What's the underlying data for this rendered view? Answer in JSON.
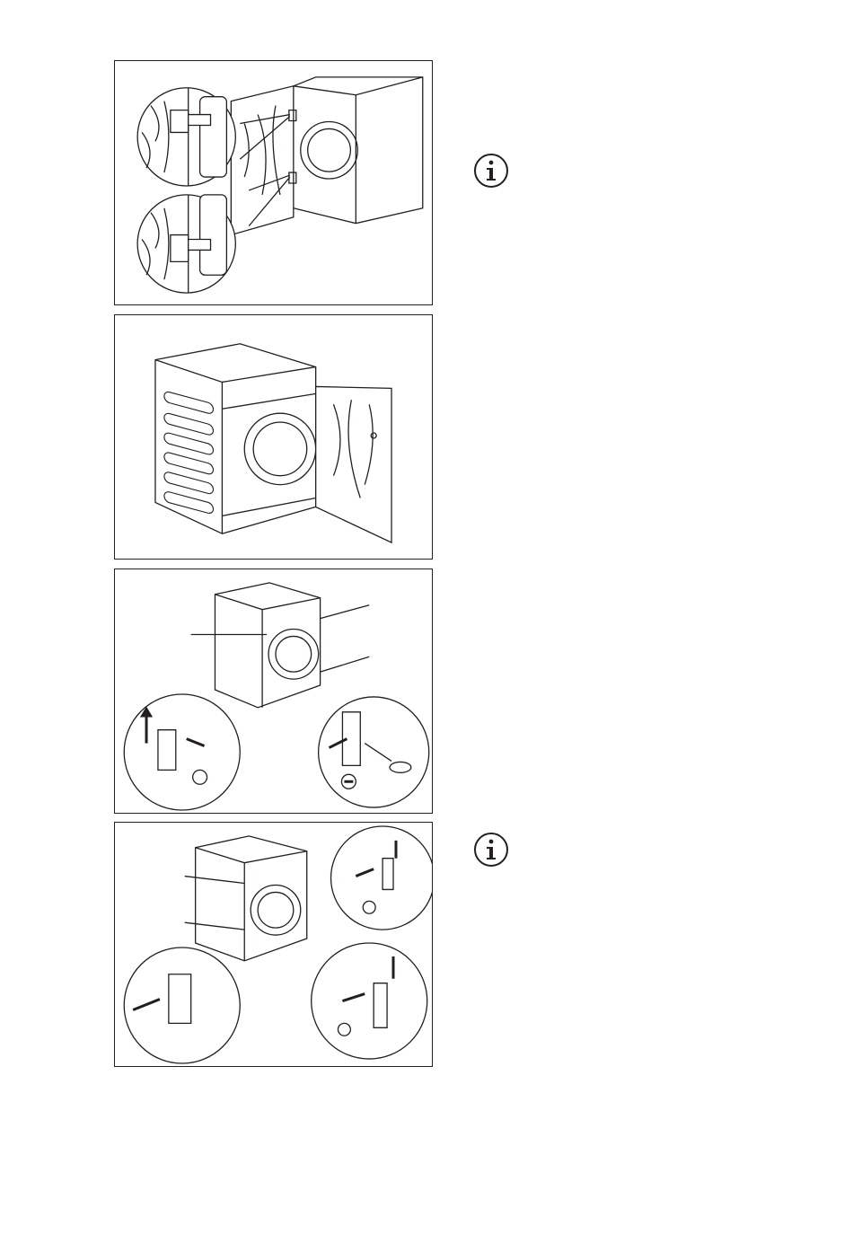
{
  "page": {
    "figures": [
      {
        "id": "fig-hinge-detail",
        "icon": "hinge-detail-illustration"
      },
      {
        "id": "fig-door-mounted",
        "icon": "door-mounted-illustration"
      },
      {
        "id": "fig-remove-brackets",
        "icon": "remove-brackets-illustration"
      },
      {
        "id": "fig-install-brackets",
        "icon": "install-brackets-illustration"
      }
    ],
    "notes": [
      {
        "icon": "info-icon"
      },
      {
        "icon": "info-icon"
      }
    ],
    "colors": {
      "ink": "#231f20",
      "paper": "#ffffff"
    }
  }
}
